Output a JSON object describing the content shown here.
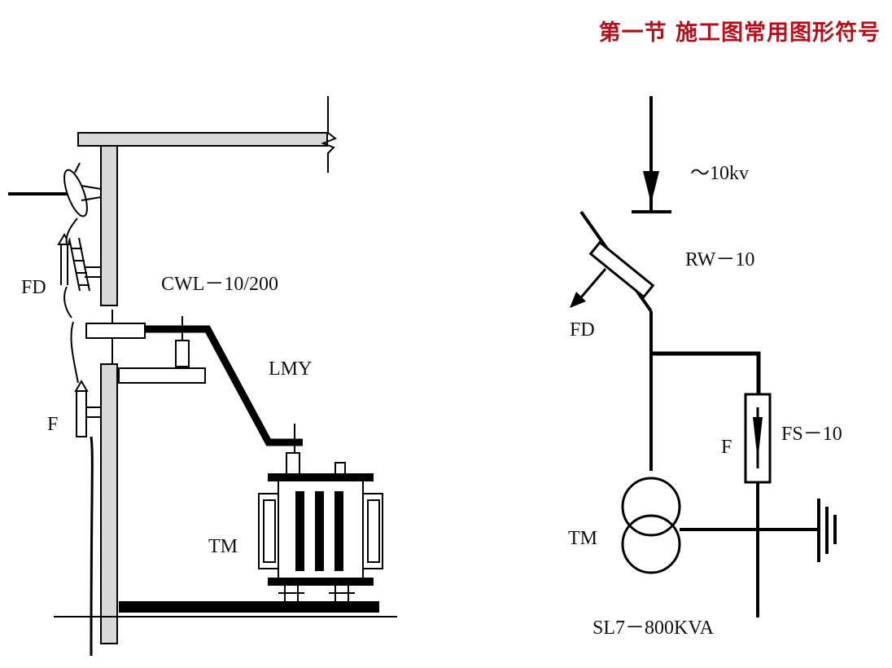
{
  "title": "第一节 施工图常用图形符号",
  "colors": {
    "title": "#b0121b",
    "line": "#000000",
    "steel": "#d8d8d8"
  },
  "pole_installation": {
    "labels": {
      "fd": "FD",
      "cwl": "CWL－10/200",
      "lmy": "LMY",
      "f": "F",
      "tm": "TM"
    }
  },
  "single_line": {
    "labels": {
      "voltage": "～10kv",
      "rw": "RW－10",
      "fd": "FD",
      "f": "F",
      "fs": "FS－10",
      "tm": "TM",
      "sl7": "SL7－800KVA"
    }
  }
}
